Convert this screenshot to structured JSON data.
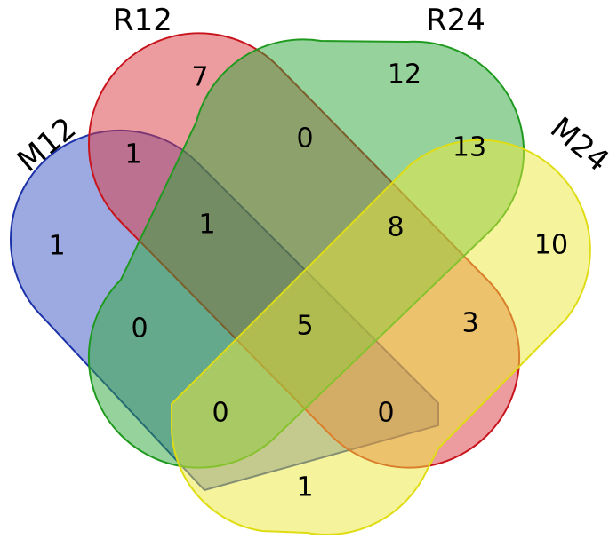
{
  "sets": [
    {
      "id": "M12",
      "label": "M12",
      "fill": "#3b56c4",
      "stroke": "#1c32a8"
    },
    {
      "id": "R12",
      "label": "R12",
      "fill": "#d9383d",
      "stroke": "#c8141c"
    },
    {
      "id": "R24",
      "label": "R24",
      "fill": "#2ea83a",
      "stroke": "#1f9a1f"
    },
    {
      "id": "M24",
      "label": "M24",
      "fill": "#ecea3c",
      "stroke": "#e0dc14"
    }
  ],
  "regions": [
    {
      "id": "m12-only",
      "sets": [
        "M12"
      ],
      "count": "1"
    },
    {
      "id": "r12-only",
      "sets": [
        "R12"
      ],
      "count": "7"
    },
    {
      "id": "r24-only",
      "sets": [
        "R24"
      ],
      "count": "12"
    },
    {
      "id": "m24-only",
      "sets": [
        "M24"
      ],
      "count": "10"
    },
    {
      "id": "m12-r12",
      "sets": [
        "M12",
        "R12"
      ],
      "count": "1"
    },
    {
      "id": "r12-r24",
      "sets": [
        "R12",
        "R24"
      ],
      "count": "0"
    },
    {
      "id": "r24-m24",
      "sets": [
        "R24",
        "M24"
      ],
      "count": "13"
    },
    {
      "id": "m12-r12-r24",
      "sets": [
        "M12",
        "R12",
        "R24"
      ],
      "count": "1"
    },
    {
      "id": "r12-r24-m24",
      "sets": [
        "R12",
        "R24",
        "M24"
      ],
      "count": "8"
    },
    {
      "id": "m12-r24",
      "sets": [
        "M12",
        "R24"
      ],
      "count": "0"
    },
    {
      "id": "all-four",
      "sets": [
        "M12",
        "R12",
        "R24",
        "M24"
      ],
      "count": "5"
    },
    {
      "id": "r12-m24",
      "sets": [
        "R12",
        "M24"
      ],
      "count": "3"
    },
    {
      "id": "m12-r24-m24",
      "sets": [
        "M12",
        "R24",
        "M24"
      ],
      "count": "0"
    },
    {
      "id": "m12-r12-m24",
      "sets": [
        "M12",
        "R12",
        "M24"
      ],
      "count": "0"
    },
    {
      "id": "m12-m24",
      "sets": [
        "M12",
        "M24"
      ],
      "count": "1"
    }
  ]
}
